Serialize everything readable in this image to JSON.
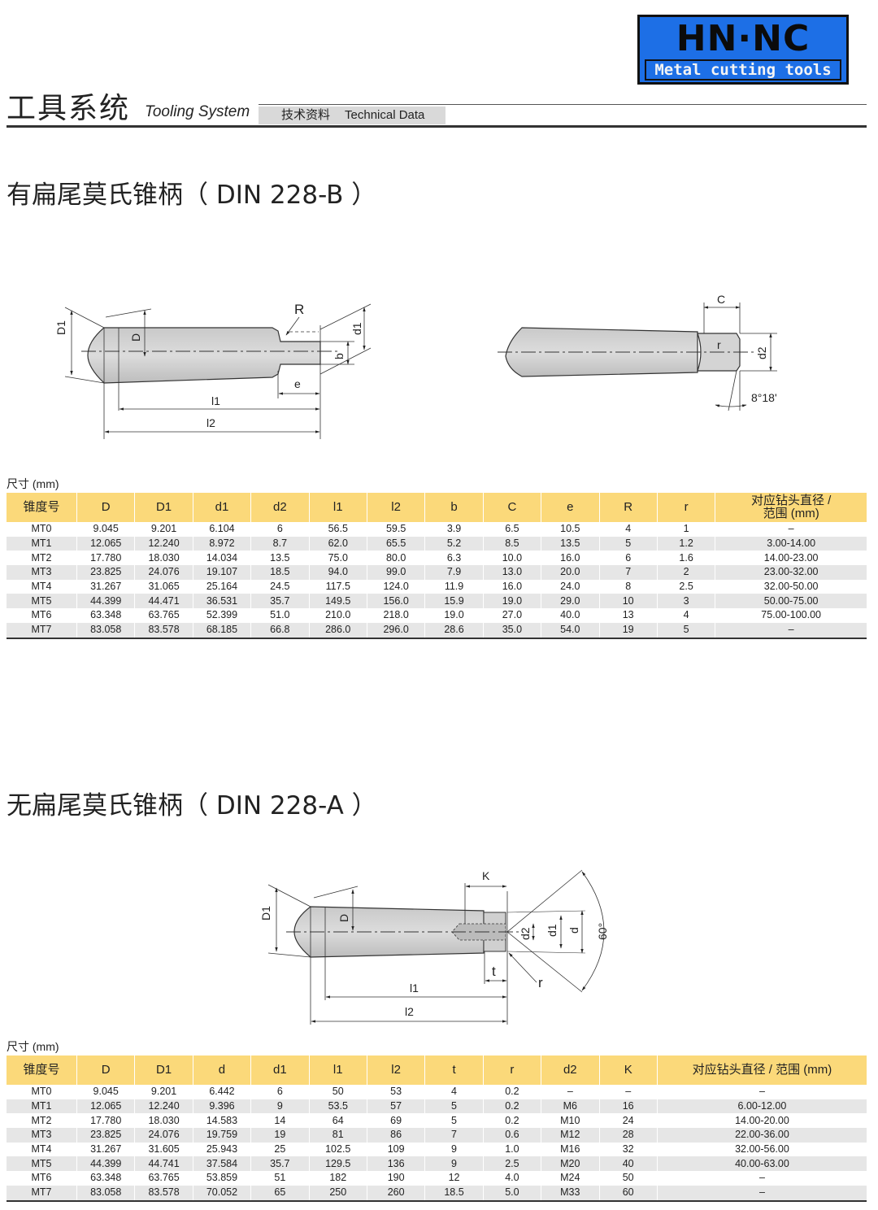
{
  "logo": {
    "main": "HN·NC",
    "sub": "Metal cutting tools"
  },
  "header": {
    "title_cn": "工具系统",
    "title_en": "Tooling System",
    "tab_cn": "技术资料",
    "tab_en": "Technical Data"
  },
  "section1": {
    "title": "有扁尾莫氏锥柄（ DIN 228-B ）",
    "diagram_labels": {
      "D1": "D1",
      "D": "D",
      "R": "R",
      "d1": "d1",
      "b": "b",
      "e": "e",
      "l1": "l1",
      "l2": "l2",
      "C": "C",
      "r": "r",
      "d2": "d2",
      "angle": "8°18'"
    },
    "unit": "尺寸 (mm)",
    "columns": [
      "锥度号",
      "D",
      "D1",
      "d1",
      "d2",
      "l1",
      "l2",
      "b",
      "C",
      "e",
      "R",
      "r",
      "对应钻头直径 / 范围 (mm)"
    ],
    "rows": [
      [
        "MT0",
        "9.045",
        "9.201",
        "6.104",
        "6",
        "56.5",
        "59.5",
        "3.9",
        "6.5",
        "10.5",
        "4",
        "1",
        "–"
      ],
      [
        "MT1",
        "12.065",
        "12.240",
        "8.972",
        "8.7",
        "62.0",
        "65.5",
        "5.2",
        "8.5",
        "13.5",
        "5",
        "1.2",
        "3.00-14.00"
      ],
      [
        "MT2",
        "17.780",
        "18.030",
        "14.034",
        "13.5",
        "75.0",
        "80.0",
        "6.3",
        "10.0",
        "16.0",
        "6",
        "1.6",
        "14.00-23.00"
      ],
      [
        "MT3",
        "23.825",
        "24.076",
        "19.107",
        "18.5",
        "94.0",
        "99.0",
        "7.9",
        "13.0",
        "20.0",
        "7",
        "2",
        "23.00-32.00"
      ],
      [
        "MT4",
        "31.267",
        "31.065",
        "25.164",
        "24.5",
        "117.5",
        "124.0",
        "11.9",
        "16.0",
        "24.0",
        "8",
        "2.5",
        "32.00-50.00"
      ],
      [
        "MT5",
        "44.399",
        "44.471",
        "36.531",
        "35.7",
        "149.5",
        "156.0",
        "15.9",
        "19.0",
        "29.0",
        "10",
        "3",
        "50.00-75.00"
      ],
      [
        "MT6",
        "63.348",
        "63.765",
        "52.399",
        "51.0",
        "210.0",
        "218.0",
        "19.0",
        "27.0",
        "40.0",
        "13",
        "4",
        "75.00-100.00"
      ],
      [
        "MT7",
        "83.058",
        "83.578",
        "68.185",
        "66.8",
        "286.0",
        "296.0",
        "28.6",
        "35.0",
        "54.0",
        "19",
        "5",
        "–"
      ]
    ]
  },
  "section2": {
    "title": "无扁尾莫氏锥柄（ DIN 228-A ）",
    "diagram_labels": {
      "D1": "D1",
      "D": "D",
      "K": "K",
      "d2": "d2",
      "d1": "d1",
      "d": "d",
      "angle": "60°",
      "t": "t",
      "r": "r",
      "l1": "l1",
      "l2": "l2"
    },
    "unit": "尺寸 (mm)",
    "columns": [
      "锥度号",
      "D",
      "D1",
      "d",
      "d1",
      "l1",
      "l2",
      "t",
      "r",
      "d2",
      "K",
      "对应钻头直径 / 范围 (mm)"
    ],
    "rows": [
      [
        "MT0",
        "9.045",
        "9.201",
        "6.442",
        "6",
        "50",
        "53",
        "4",
        "0.2",
        "–",
        "–",
        "–"
      ],
      [
        "MT1",
        "12.065",
        "12.240",
        "9.396",
        "9",
        "53.5",
        "57",
        "5",
        "0.2",
        "M6",
        "16",
        "6.00-12.00"
      ],
      [
        "MT2",
        "17.780",
        "18.030",
        "14.583",
        "14",
        "64",
        "69",
        "5",
        "0.2",
        "M10",
        "24",
        "14.00-20.00"
      ],
      [
        "MT3",
        "23.825",
        "24.076",
        "19.759",
        "19",
        "81",
        "86",
        "7",
        "0.6",
        "M12",
        "28",
        "22.00-36.00"
      ],
      [
        "MT4",
        "31.267",
        "31.605",
        "25.943",
        "25",
        "102.5",
        "109",
        "9",
        "1.0",
        "M16",
        "32",
        "32.00-56.00"
      ],
      [
        "MT5",
        "44.399",
        "44.741",
        "37.584",
        "35.7",
        "129.5",
        "136",
        "9",
        "2.5",
        "M20",
        "40",
        "40.00-63.00"
      ],
      [
        "MT6",
        "63.348",
        "63.765",
        "53.859",
        "51",
        "182",
        "190",
        "12",
        "4.0",
        "M24",
        "50",
        "–"
      ],
      [
        "MT7",
        "83.058",
        "83.578",
        "70.052",
        "65",
        "250",
        "260",
        "18.5",
        "5.0",
        "M33",
        "60",
        "–"
      ]
    ]
  }
}
